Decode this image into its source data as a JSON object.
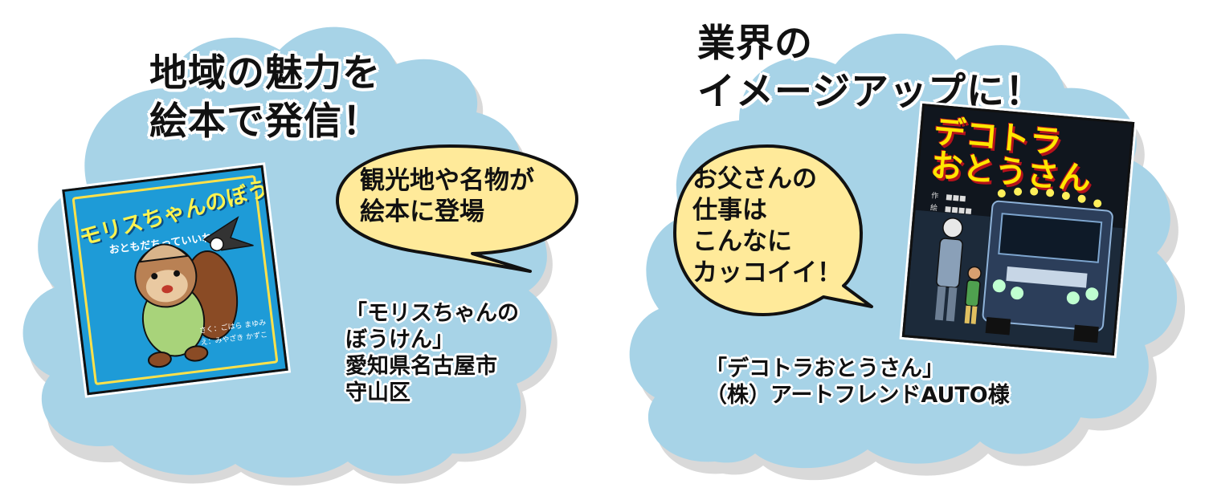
{
  "colors": {
    "cloud_fill": "#a7d3e7",
    "cloud_shadow": "#d9d9d9",
    "speech_fill": "#ffea9a",
    "outline": "#111111"
  },
  "left_panel": {
    "heading": "地域の魅力を\n絵本で発信！",
    "speech": "観光地や名物が\n絵本に登場",
    "caption": "「モリスちゃんの\nぼうけん」\n愛知県名古屋市\n守山区",
    "book": {
      "title": "モリスちゃんのぼうけん",
      "subtitle": "おともだちっていいね",
      "credit": "さく：ごはら まゆみ\nえ：みやざき かずこ"
    }
  },
  "right_panel": {
    "heading": "業界の\nイメージアップに！",
    "speech": "お父さんの\n仕事は\nこんなに\nカッコイイ！",
    "caption": "「デコトラおとうさん」\n（株）アートフレンドAUTO様",
    "book": {
      "title": "デコトラ\nおとうさん",
      "credit": "作　■■■\n絵　■■■■"
    }
  }
}
